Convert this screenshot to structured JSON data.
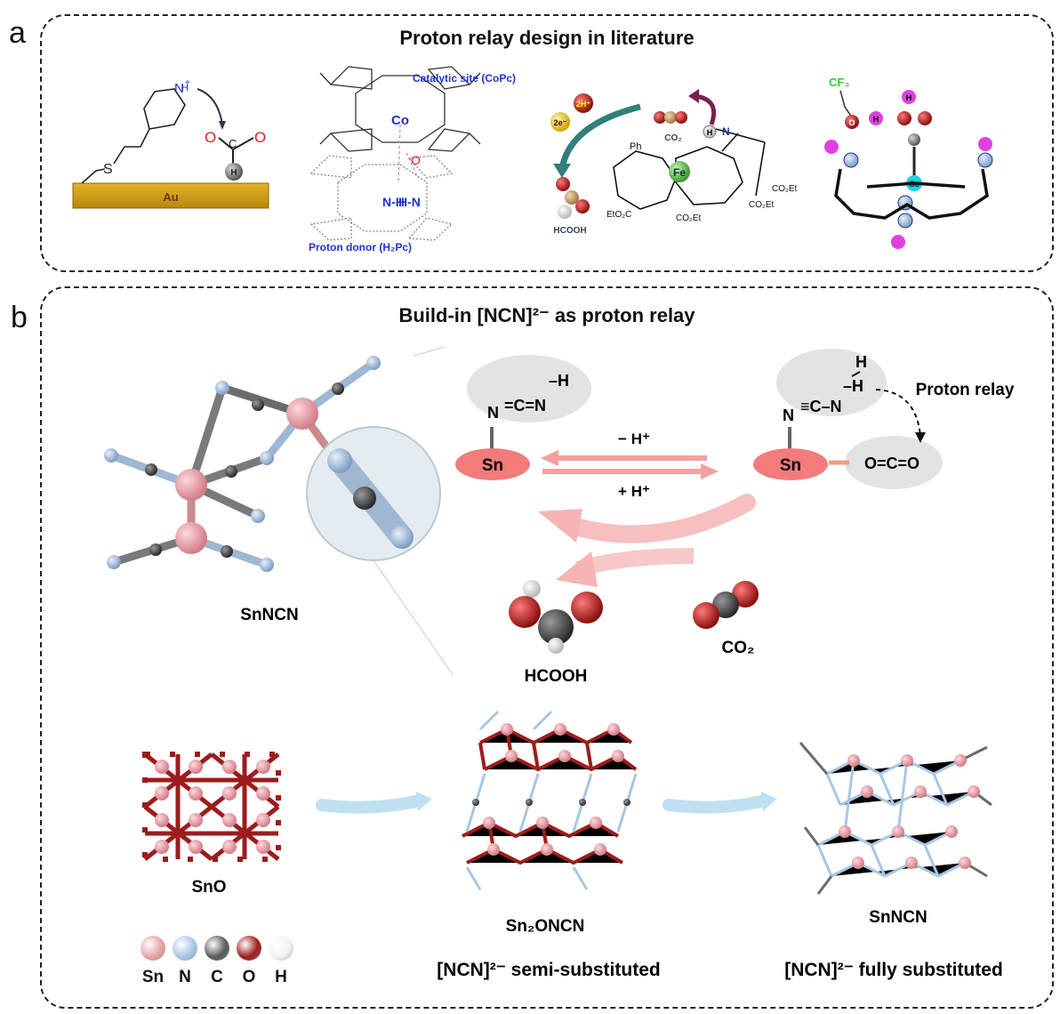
{
  "panel_a": {
    "letter": "a",
    "title": "Proton relay design in literature",
    "au_label": "Au",
    "catalytic_site": "Catalytic site (CoPc)",
    "proton_donor": "Proton donor (H₂Pc)",
    "hcooh_small": "HCOOH",
    "co2_small": "CO₂",
    "electrons": "2e⁻",
    "protons": "2H⁺",
    "ph": "Ph",
    "fe": "Fe",
    "co": "Co",
    "co2et": "CO₂Et",
    "eto2c": "EtO₂C",
    "cf3": "CF₃"
  },
  "panel_b": {
    "letter": "b",
    "title": "Build-in [NCN]²⁻ as proton relay",
    "sn": "Sn",
    "minus_h": "− H⁺",
    "plus_h": "+ H⁺",
    "proton_relay": "Proton relay",
    "ocd": "O=C=O",
    "snncn_top": "SnNCN",
    "hcooh": "HCOOH",
    "co2": "CO₂",
    "sno": "SnO",
    "sn2oncn": "Sn₂ONCN",
    "snncn_bottom": "SnNCN",
    "semi": "[NCN]²⁻ semi-substituted",
    "fully": "[NCN]²⁻ fully substituted",
    "legend": [
      {
        "label": "Sn",
        "color": "#e8a3a3"
      },
      {
        "label": "N",
        "color": "#a9c6e4"
      },
      {
        "label": "C",
        "color": "#5a5a5a"
      },
      {
        "label": "O",
        "color": "#9c1c1c"
      },
      {
        "label": "H",
        "color": "#f2f2f2"
      }
    ]
  }
}
